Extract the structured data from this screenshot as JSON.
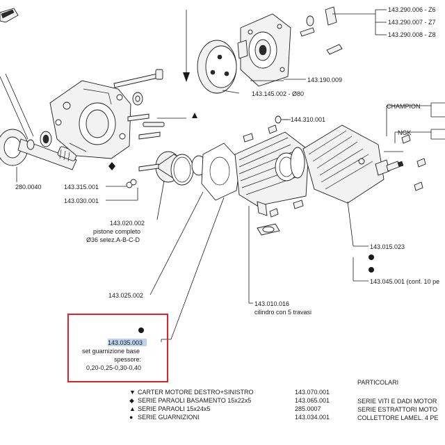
{
  "labels": {
    "z6": "143.290.006 - Z6",
    "z7": "143.290.007 - Z7",
    "z8": "143.290.008 - Z8",
    "p190": "143.190.009",
    "p145": "143.145.002 - Ø80",
    "p310": "144.310.001",
    "champion": "CHAMPION",
    "ngk": "NGK",
    "p280": "280.0040",
    "p315": "143.315.001",
    "p030": "143.030.001",
    "piston_code": "143.020.002",
    "piston_line1": "pistone completo",
    "piston_line2": "Ø36 selez.A-B-C-D",
    "p015": "143.015.023",
    "p045": "143.045.001 (conf. 10 pe",
    "p025": "143.025.002",
    "cyl_code": "143.010.016",
    "cyl_desc": "cilindro con 5 travasi",
    "gasket_code": "143.035.003",
    "gasket_line1": "set guarnizione base",
    "gasket_line2": "spessore:",
    "gasket_line3": "0,20-0,25-0,30-0,40"
  },
  "legend": [
    {
      "symbol": "▼",
      "text": "CARTER MOTORE DESTRO+SINISTRO",
      "code": "143.070.001"
    },
    {
      "symbol": "◆",
      "text": "SERIE PARAOLI BASAMENTO 15x22x5",
      "code": "143.065.001"
    },
    {
      "symbol": "▲",
      "text": "SERIE PARAOLI 15x24x5",
      "code": "285.0007"
    },
    {
      "symbol": "●",
      "text": "SERIE GUARNIZIONI",
      "code": "143.034.001"
    }
  ],
  "particolari": {
    "title": "PARTICOLARI",
    "items": [
      "SERIE VITI E DADI MOTOR",
      "SERIE ESTRATTORI MOTO",
      "COLLETTORE LAMEL. 4 PE"
    ]
  },
  "colors": {
    "highlight_box": "#e0202a",
    "selection": "#bcd4ee"
  }
}
